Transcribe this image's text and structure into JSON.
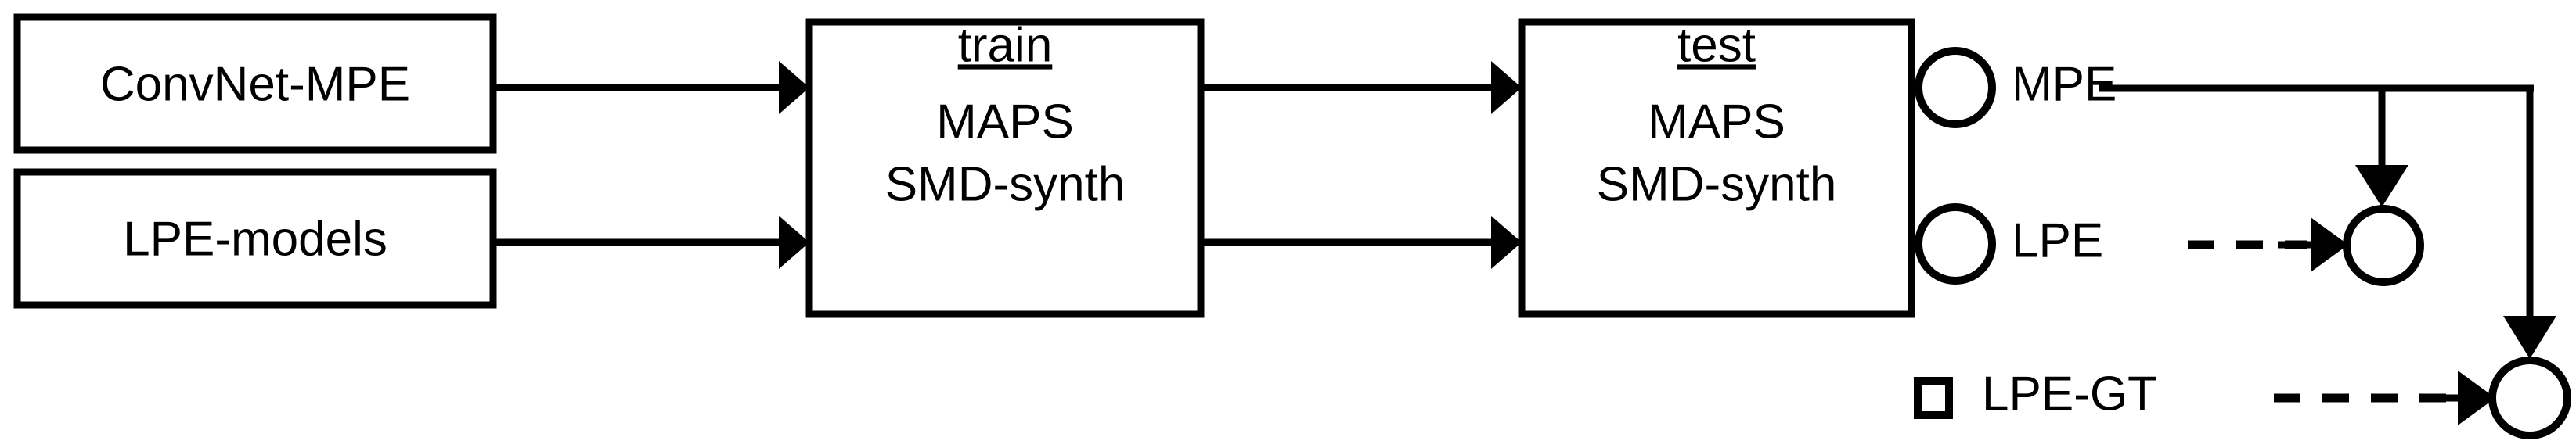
{
  "diagram": {
    "type": "flowchart",
    "background_color": "#ffffff",
    "stroke_color": "#000000",
    "boxes": [
      {
        "id": "convnet_mpe",
        "label": "ConvNet-MPE",
        "lines": [
          "ConvNet-MPE"
        ]
      },
      {
        "id": "lpe_models",
        "label": "LPE-models",
        "lines": [
          "LPE-models"
        ]
      },
      {
        "id": "train",
        "title": "train",
        "title_underlined": true,
        "lines": [
          "MAPS",
          "SMD-synth"
        ]
      },
      {
        "id": "test",
        "title": "test",
        "title_underlined": true,
        "lines": [
          "MAPS",
          "SMD-synth"
        ]
      }
    ],
    "outputs": [
      {
        "id": "mpe",
        "label": "MPE",
        "marker": "circle"
      },
      {
        "id": "lpe",
        "label": "LPE",
        "marker": "circle"
      },
      {
        "id": "lpe_gt",
        "label": "LPE-GT",
        "marker": "square"
      }
    ],
    "combine_nodes": [
      {
        "id": "combine_lpe",
        "marker": "circle"
      },
      {
        "id": "combine_lpe_gt",
        "marker": "circle"
      }
    ],
    "edges": [
      {
        "from": "convnet_mpe",
        "to": "train",
        "style": "solid",
        "arrow": true
      },
      {
        "from": "lpe_models",
        "to": "train",
        "style": "solid",
        "arrow": true
      },
      {
        "from": "train",
        "to": "test",
        "style": "solid",
        "arrow": true,
        "channel": "top"
      },
      {
        "from": "train",
        "to": "test",
        "style": "solid",
        "arrow": true,
        "channel": "bottom"
      },
      {
        "from": "mpe",
        "to": "combine_lpe",
        "style": "solid",
        "arrow": true
      },
      {
        "from": "mpe",
        "to": "combine_lpe_gt",
        "style": "solid",
        "arrow": true
      },
      {
        "from": "lpe",
        "to": "combine_lpe",
        "style": "dashed",
        "arrow": true
      },
      {
        "from": "lpe_gt",
        "to": "combine_lpe_gt",
        "style": "dashed",
        "arrow": true
      }
    ]
  }
}
